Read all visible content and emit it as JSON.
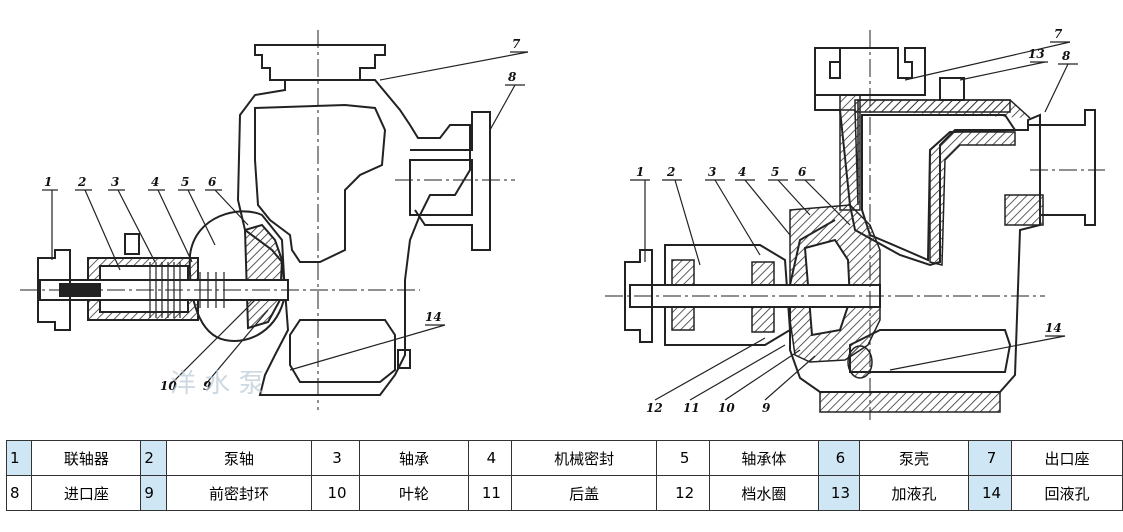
{
  "left_callouts": [
    "1",
    "2",
    "3",
    "4",
    "5",
    "6",
    "7",
    "8",
    "14",
    "10",
    "9"
  ],
  "right_callouts": [
    "1",
    "2",
    "3",
    "4",
    "5",
    "6",
    "7",
    "13",
    "8",
    "14",
    "12",
    "11",
    "10",
    "9"
  ],
  "watermark": "洋 水 泵",
  "legend": {
    "rows": [
      [
        {
          "num": "1",
          "name": "联轴器"
        },
        {
          "num": "2",
          "name": "泵轴"
        },
        {
          "num": "3",
          "name": "轴承"
        },
        {
          "num": "4",
          "name": "机械密封"
        },
        {
          "num": "5",
          "name": "轴承体"
        },
        {
          "num": "6",
          "name": "泵壳"
        },
        {
          "num": "7",
          "name": "出口座"
        }
      ],
      [
        {
          "num": "8",
          "name": "进口座"
        },
        {
          "num": "9",
          "name": "前密封环"
        },
        {
          "num": "10",
          "name": "叶轮"
        },
        {
          "num": "11",
          "name": "后盖"
        },
        {
          "num": "12",
          "name": "档水圈"
        },
        {
          "num": "13",
          "name": "加液孔"
        },
        {
          "num": "14",
          "name": "回液孔"
        }
      ]
    ]
  }
}
